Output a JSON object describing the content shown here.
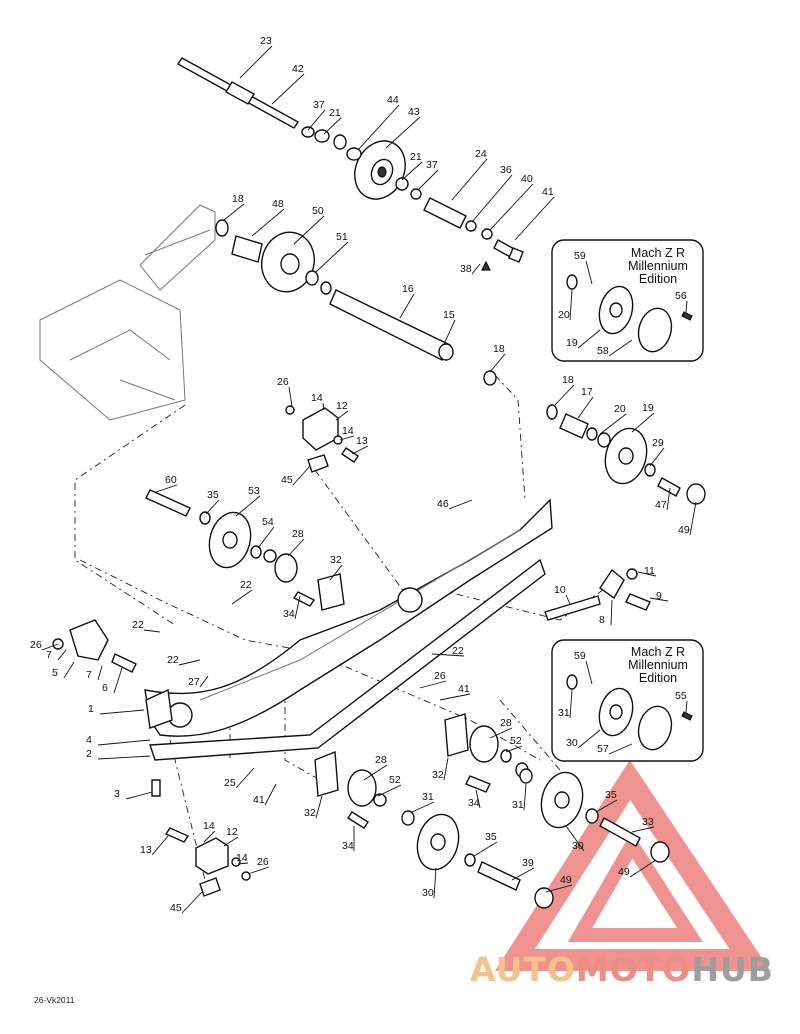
{
  "callouts": [
    {
      "id": "c23",
      "text": "23"
    },
    {
      "id": "c42",
      "text": "42"
    },
    {
      "id": "c37a",
      "text": "37"
    },
    {
      "id": "c21a",
      "text": "21"
    },
    {
      "id": "c44",
      "text": "44"
    },
    {
      "id": "c43",
      "text": "43"
    },
    {
      "id": "c21b",
      "text": "21"
    },
    {
      "id": "c37b",
      "text": "37"
    },
    {
      "id": "c24",
      "text": "24"
    },
    {
      "id": "c36",
      "text": "36"
    },
    {
      "id": "c40",
      "text": "40"
    },
    {
      "id": "c41a",
      "text": "41"
    },
    {
      "id": "c38",
      "text": "38"
    },
    {
      "id": "c18a",
      "text": "18"
    },
    {
      "id": "c48",
      "text": "48"
    },
    {
      "id": "c50",
      "text": "50"
    },
    {
      "id": "c51",
      "text": "51"
    },
    {
      "id": "c16",
      "text": "16"
    },
    {
      "id": "c15",
      "text": "15"
    },
    {
      "id": "c18b",
      "text": "18"
    },
    {
      "id": "c26a",
      "text": "26"
    },
    {
      "id": "c14a",
      "text": "14"
    },
    {
      "id": "c12a",
      "text": "12"
    },
    {
      "id": "c14b",
      "text": "14"
    },
    {
      "id": "c13a",
      "text": "13"
    },
    {
      "id": "c45a",
      "text": "45"
    },
    {
      "id": "c18c",
      "text": "18"
    },
    {
      "id": "c17",
      "text": "17"
    },
    {
      "id": "c20a",
      "text": "20"
    },
    {
      "id": "c19a",
      "text": "19"
    },
    {
      "id": "c29",
      "text": "29"
    },
    {
      "id": "c47",
      "text": "47"
    },
    {
      "id": "c49a",
      "text": "49"
    },
    {
      "id": "c60",
      "text": "60"
    },
    {
      "id": "c35a",
      "text": "35"
    },
    {
      "id": "c53",
      "text": "53"
    },
    {
      "id": "c54",
      "text": "54"
    },
    {
      "id": "c28a",
      "text": "28"
    },
    {
      "id": "c32a",
      "text": "32"
    },
    {
      "id": "c34a",
      "text": "34"
    },
    {
      "id": "c46",
      "text": "46"
    },
    {
      "id": "c11",
      "text": "11"
    },
    {
      "id": "c10",
      "text": "10"
    },
    {
      "id": "c9",
      "text": "9"
    },
    {
      "id": "c8",
      "text": "8"
    },
    {
      "id": "c22a",
      "text": "22"
    },
    {
      "id": "c22b",
      "text": "22"
    },
    {
      "id": "c22c",
      "text": "22"
    },
    {
      "id": "c22d",
      "text": "22"
    },
    {
      "id": "c26b",
      "text": "26"
    },
    {
      "id": "c7a",
      "text": "7"
    },
    {
      "id": "c5",
      "text": "5"
    },
    {
      "id": "c7b",
      "text": "7"
    },
    {
      "id": "c6",
      "text": "6"
    },
    {
      "id": "c27",
      "text": "27"
    },
    {
      "id": "c26c",
      "text": "26"
    },
    {
      "id": "c41b",
      "text": "41"
    },
    {
      "id": "c1",
      "text": "1"
    },
    {
      "id": "c4",
      "text": "4"
    },
    {
      "id": "c2",
      "text": "2"
    },
    {
      "id": "c3",
      "text": "3"
    },
    {
      "id": "c25",
      "text": "25"
    },
    {
      "id": "c41c",
      "text": "41"
    },
    {
      "id": "c28b",
      "text": "28"
    },
    {
      "id": "c52a",
      "text": "52"
    },
    {
      "id": "c32b",
      "text": "32"
    },
    {
      "id": "c34b",
      "text": "34"
    },
    {
      "id": "c31a",
      "text": "31"
    },
    {
      "id": "c28c",
      "text": "28"
    },
    {
      "id": "c52b",
      "text": "52"
    },
    {
      "id": "c32c",
      "text": "32"
    },
    {
      "id": "c34c",
      "text": "34"
    },
    {
      "id": "c31b",
      "text": "31"
    },
    {
      "id": "c35b",
      "text": "35"
    },
    {
      "id": "c33",
      "text": "33"
    },
    {
      "id": "c30a",
      "text": "30"
    },
    {
      "id": "c49b",
      "text": "49"
    },
    {
      "id": "c14c",
      "text": "14"
    },
    {
      "id": "c12b",
      "text": "12"
    },
    {
      "id": "c13b",
      "text": "13"
    },
    {
      "id": "c14d",
      "text": "14"
    },
    {
      "id": "c26d",
      "text": "26"
    },
    {
      "id": "c45b",
      "text": "45"
    },
    {
      "id": "c35c",
      "text": "35"
    },
    {
      "id": "c39",
      "text": "39"
    },
    {
      "id": "c30b",
      "text": "30"
    },
    {
      "id": "c49c",
      "text": "49"
    },
    {
      "id": "b1c59",
      "text": "59"
    },
    {
      "id": "b1c56",
      "text": "56"
    },
    {
      "id": "b1c20",
      "text": "20"
    },
    {
      "id": "b1c19",
      "text": "19"
    },
    {
      "id": "b1c58",
      "text": "58"
    },
    {
      "id": "b2c59",
      "text": "59"
    },
    {
      "id": "b2c55",
      "text": "55"
    },
    {
      "id": "b2c31",
      "text": "31"
    },
    {
      "id": "b2c30",
      "text": "30"
    },
    {
      "id": "b2c57",
      "text": "57"
    }
  ],
  "inset_boxes": [
    {
      "title_lines": [
        "Mach Z R",
        "Millennium",
        "Edition"
      ]
    },
    {
      "title_lines": [
        "Mach Z R",
        "Millennium",
        "Edition"
      ]
    }
  ],
  "reference_code": "26-Vk2011",
  "watermark": {
    "part1": "AUTO",
    "part2": "MOTO",
    "part3": "HUB"
  },
  "colors": {
    "watermark_auto": "#f6c28a",
    "watermark_moto": "#ef8c84",
    "watermark_hub": "#9e9e9e",
    "watermark_triangle": "#e85a55"
  }
}
